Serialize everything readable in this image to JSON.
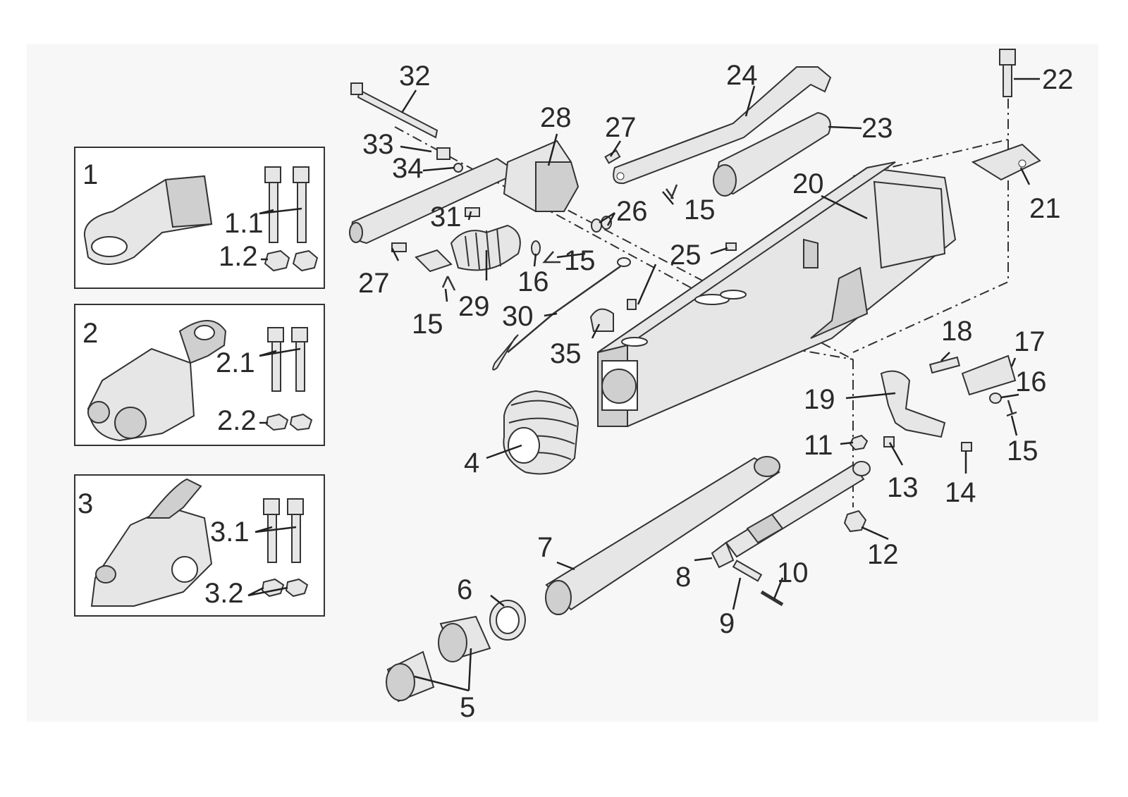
{
  "diagram": {
    "boxes": [
      {
        "id": "1",
        "bolt_label": "1.1",
        "nut_label": "1.2"
      },
      {
        "id": "2",
        "bolt_label": "2.1",
        "nut_label": "2.2"
      },
      {
        "id": "3",
        "bolt_label": "3.1",
        "nut_label": "3.2"
      }
    ],
    "labels": {
      "l4": "4",
      "l5": "5",
      "l6": "6",
      "l7": "7",
      "l8": "8",
      "l9": "9",
      "l10": "10",
      "l11": "11",
      "l12": "12",
      "l13": "13",
      "l14": "14",
      "l15a": "15",
      "l15b": "15",
      "l15c": "15",
      "l15d": "15",
      "l16a": "16",
      "l16b": "16",
      "l17": "17",
      "l18": "18",
      "l19": "19",
      "l20": "20",
      "l21": "21",
      "l22": "22",
      "l23": "23",
      "l24": "24",
      "l25": "25",
      "l26": "26",
      "l27a": "27",
      "l27b": "27",
      "l28": "28",
      "l29": "29",
      "l30": "30",
      "l31": "31",
      "l32": "32",
      "l33": "33",
      "l34": "34",
      "l35": "35"
    }
  }
}
